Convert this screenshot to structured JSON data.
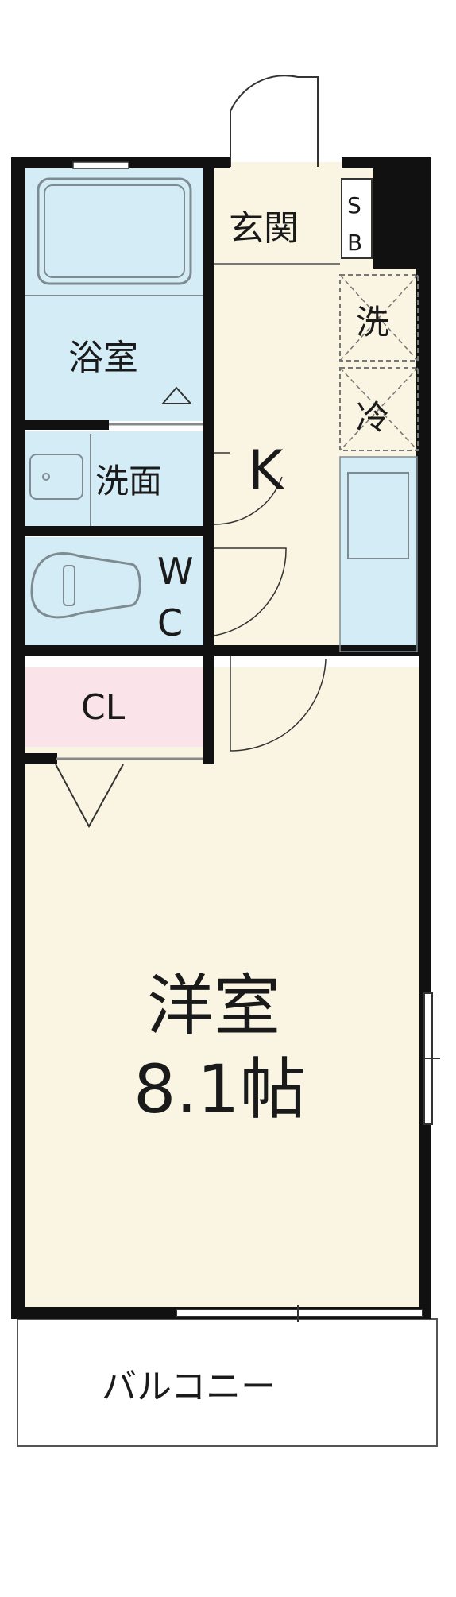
{
  "rooms": {
    "entrance": "玄関",
    "shoe_box_s": "S",
    "shoe_box_b": "B",
    "washer": "洗",
    "fridge": "冷",
    "bathroom": "浴室",
    "kitchen": "K",
    "washroom": "洗面",
    "toilet_w": "W",
    "toilet_c": "C",
    "closet": "CL",
    "western_room": "洋室",
    "western_room_size": "8.1帖",
    "balcony": "バルコニー"
  },
  "colors": {
    "wall": "#111111",
    "wet_area": "#d4ecf6",
    "living_floor": "#faf5e2",
    "closet": "#fbe3ea",
    "balcony": "#ffffff",
    "fixture_line": "#7f8b92"
  }
}
